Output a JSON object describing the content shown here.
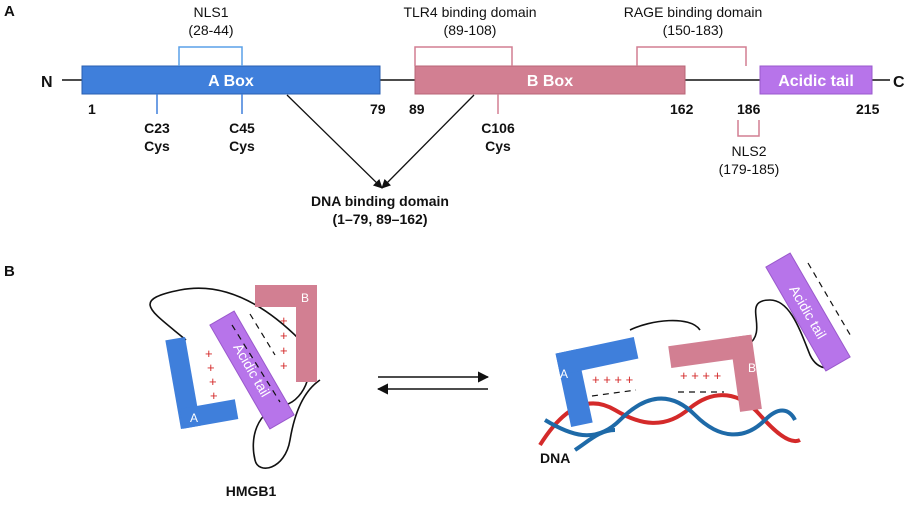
{
  "panels": {
    "a": "A",
    "b": "B"
  },
  "termini": {
    "n": "N",
    "c": "C"
  },
  "domains": {
    "a_box": "A Box",
    "b_box": "B Box",
    "acidic_tail": "Acidic tail"
  },
  "positions": {
    "p1": "1",
    "p79": "79",
    "p89": "89",
    "p162": "162",
    "p186": "186",
    "p215": "215"
  },
  "regions": {
    "nls1": {
      "name": "NLS1",
      "range": "(28-44)"
    },
    "tlr4": {
      "name": "TLR4 binding domain",
      "range": "(89-108)"
    },
    "rage": {
      "name": "RAGE binding domain",
      "range": "(150-183)"
    },
    "nls2": {
      "name": "NLS2",
      "range": "(179-185)"
    },
    "dna_binding": {
      "name": "DNA binding domain",
      "range": "(1–79, 89–162)"
    }
  },
  "cysteines": {
    "c23": {
      "pos": "C23",
      "res": "Cys"
    },
    "c45": {
      "pos": "C45",
      "res": "Cys"
    },
    "c106": {
      "pos": "C106",
      "res": "Cys"
    }
  },
  "panel_b": {
    "left": {
      "a_label": "A",
      "b_label": "B",
      "tail_label": "Acidic tail",
      "plus_row": "+",
      "caption": "HMGB1"
    },
    "right": {
      "a_label": "A",
      "b_label": "B",
      "tail_label": "Acidic tail",
      "plus_a": "+ + + +",
      "plus_b": "+ + + +",
      "dna_label": "DNA"
    }
  },
  "colors": {
    "a_box": "#3f7fdb",
    "b_box": "#d27f92",
    "acidic_tail": "#b774ea",
    "nls_bracket": "#5aa0e8",
    "b_bracket": "#d27f92",
    "dna_red": "#d42a2a",
    "dna_blue": "#1e6aa8",
    "plus": "#d42a2a"
  }
}
